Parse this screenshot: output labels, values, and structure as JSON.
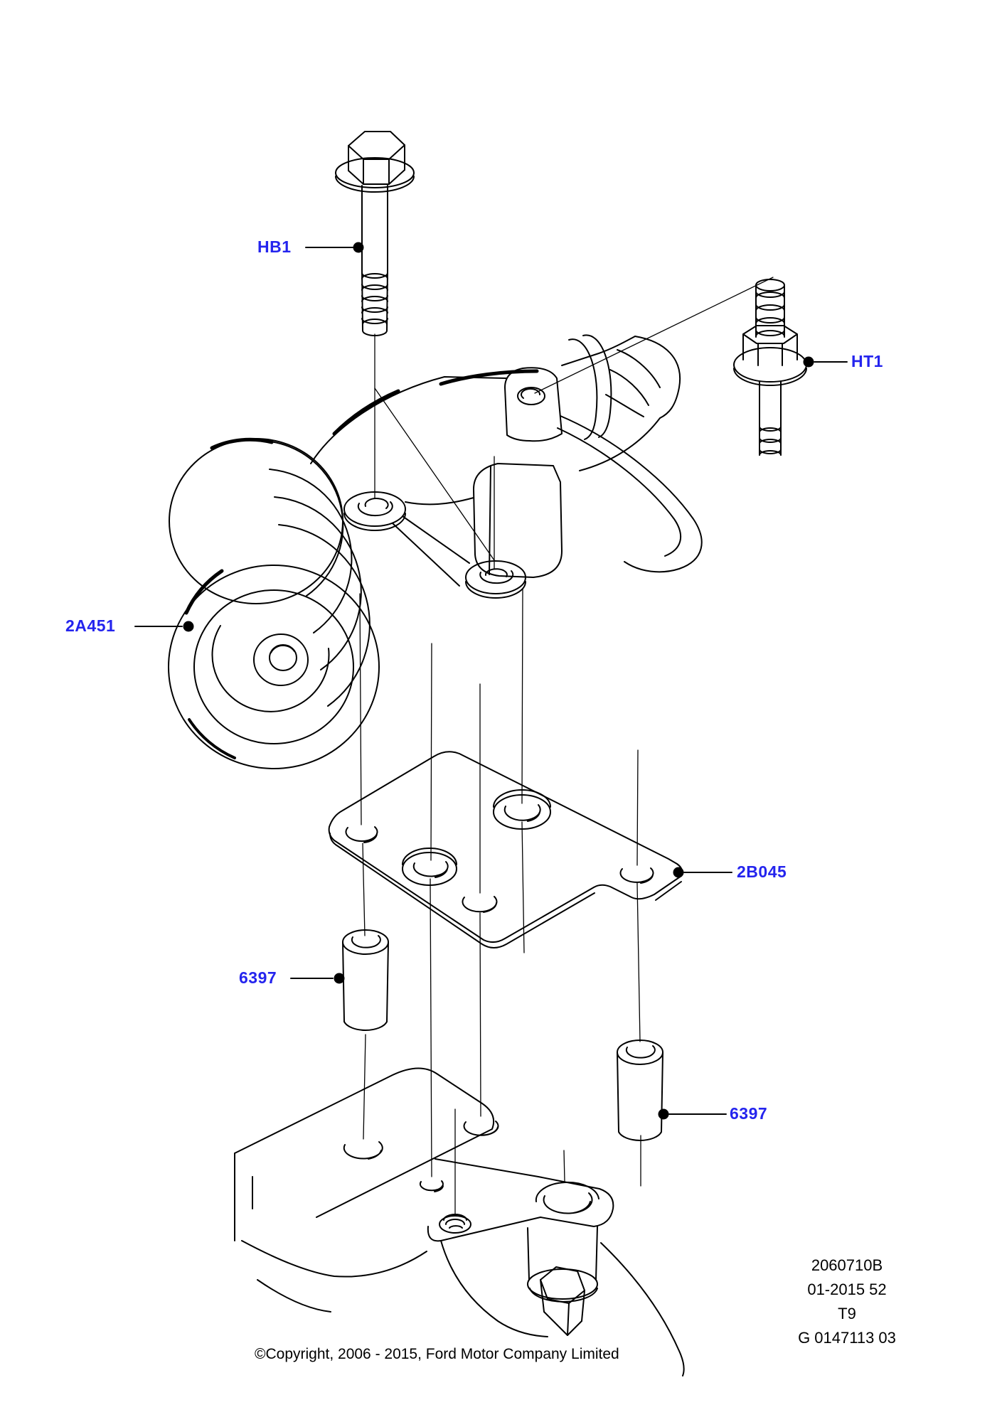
{
  "diagram": {
    "background_color": "#ffffff",
    "line_color": "#000000",
    "label_color": "#2424EE",
    "part_labels": [
      {
        "id": "hb1",
        "code": "HB1",
        "part": "flange-bolt"
      },
      {
        "id": "ht1",
        "code": "HT1",
        "part": "stud-and-nut"
      },
      {
        "id": "2a451",
        "code": "2A451",
        "part": "pulley"
      },
      {
        "id": "2b045",
        "code": "2B045",
        "part": "gasket-plate"
      },
      {
        "id": "6397-left",
        "code": "6397",
        "part": "spacer-sleeve"
      },
      {
        "id": "6397-right",
        "code": "6397",
        "part": "spacer-sleeve"
      }
    ],
    "footer": {
      "doc_number": "2060710B",
      "date_code": "01-2015 52",
      "sheet_code": "T9",
      "figure_code": "G 0147113 03",
      "copyright": "©Copyright, 2006 - 2015, Ford Motor Company Limited"
    }
  }
}
